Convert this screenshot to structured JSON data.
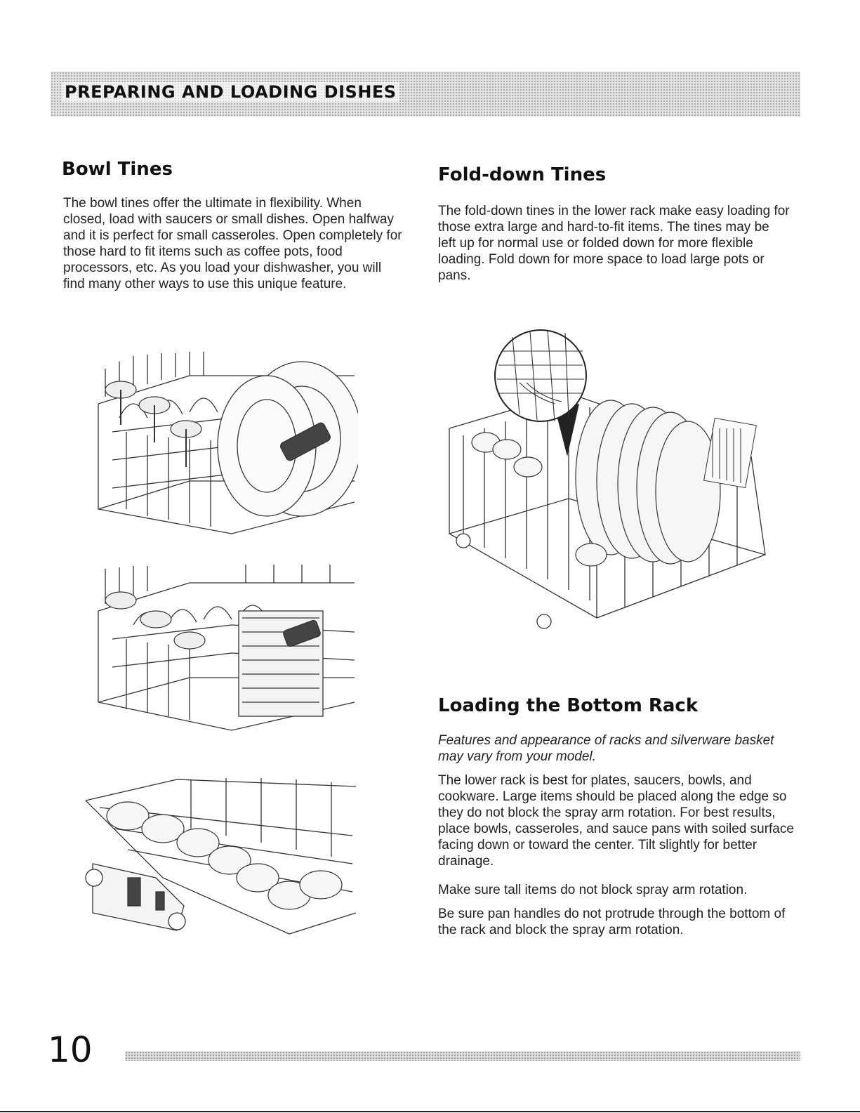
{
  "header": {
    "title": "PREPARING AND LOADING DISHES"
  },
  "bowl_tines": {
    "heading": "Bowl Tines",
    "lines": [
      "The bowl tines offer the ultimate in flexibility. When",
      "closed, load with saucers or small dishes. Open halfway",
      "and it is perfect for small casseroles. Open completely for",
      "those hard to fit items such as coffee pots, food",
      "processors, etc. As you load your dishwasher, you will",
      "find many other ways to use this unique feature."
    ]
  },
  "fold_down_tines": {
    "heading": "Fold-down Tines",
    "lines": [
      "The fold-down tines in the lower rack make easy loading for",
      "those extra large and hard-to-fit items. The tines may be",
      "left up for normal use or folded down for more flexible",
      "loading. Fold down for more space to load large pots or",
      "pans."
    ]
  },
  "bottom_rack": {
    "heading": "Loading the Bottom Rack",
    "note_lines": [
      "Features and appearance of racks and silverware basket",
      "may vary from your model."
    ],
    "body_lines": [
      "The lower rack is best for plates, saucers, bowls, and",
      "cookware. Large items should be placed along the edge so",
      "they do not block the spray arm rotation. For best results,",
      "place bowls, casseroles, and sauce pans with soiled surface",
      "facing down or toward the center. Tilt slightly for better",
      "drainage."
    ],
    "tip1": "Make sure tall items do not block spray arm rotation.",
    "tip2_lines": [
      "Be sure pan handles do not protrude through the bottom of",
      "the rack and block the spray arm rotation."
    ]
  },
  "footer": {
    "page_number": "10"
  }
}
